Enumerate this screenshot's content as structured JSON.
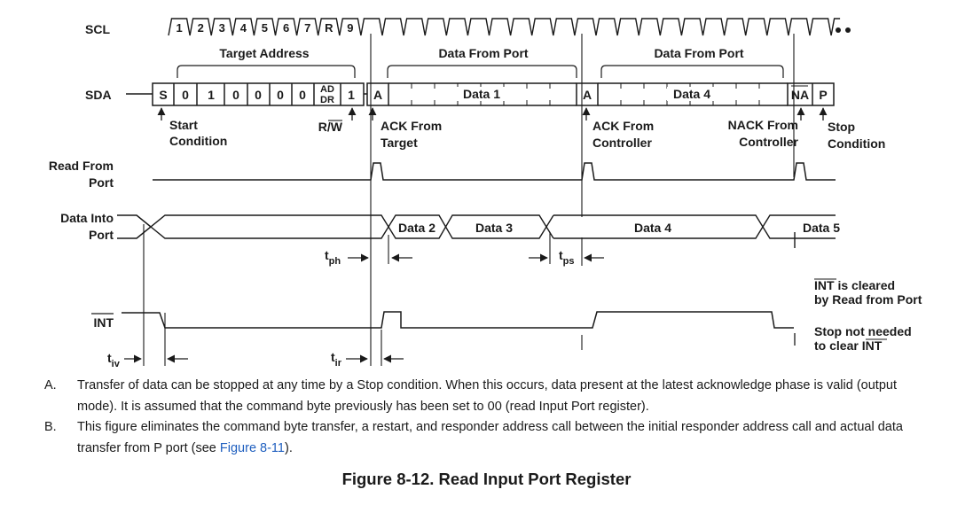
{
  "signals": {
    "scl": "SCL",
    "sda": "SDA",
    "read_from_port": [
      "Read From",
      "Port"
    ],
    "data_into_port": [
      "Data Into",
      "Port"
    ],
    "int": "INT"
  },
  "scl_pulses": [
    "1",
    "2",
    "3",
    "4",
    "5",
    "6",
    "7",
    "R",
    "9"
  ],
  "sda_bits": [
    "S",
    "0",
    "1",
    "0",
    "0",
    "0",
    "0",
    "AD",
    "DR",
    "1",
    "A",
    "A",
    "NA",
    "P"
  ],
  "groups": {
    "target_address": "Target Address",
    "data_from_port": "Data From Port"
  },
  "data_labels": {
    "data1": "Data 1",
    "data2": "Data 2",
    "data3": "Data 3",
    "data4": "Data 4",
    "data5": "Data 5"
  },
  "annotations": {
    "start": [
      "Start",
      "Condition"
    ],
    "rw": "R/W",
    "ack_target": [
      "ACK From",
      "Target"
    ],
    "ack_controller": [
      "ACK From",
      "Controller"
    ],
    "nack_controller": [
      "NACK From",
      "Controller"
    ],
    "stop": [
      "Stop",
      "Condition"
    ],
    "int_cleared": [
      "INT is cleared",
      "by Read from Port"
    ],
    "stop_not_needed": [
      "Stop not needed",
      "to clear INT"
    ]
  },
  "timing": {
    "tph": [
      "t",
      "ph"
    ],
    "tps": [
      "t",
      "ps"
    ],
    "tiv": [
      "t",
      "iv"
    ],
    "tir": [
      "t",
      "ir"
    ]
  },
  "notes": [
    {
      "label": "A.",
      "text": "Transfer of data can be stopped at any time by a Stop condition. When this occurs, data present at the latest acknowledge phase is valid (output mode). It is assumed that the command byte previously has been set to 00 (read Input Port register)."
    },
    {
      "label": "B.",
      "text": "This figure eliminates the command byte transfer, a restart, and responder address call between the initial responder address call and actual data transfer from P port (see ",
      "link": "Figure 8-11",
      "suffix": ")."
    }
  ],
  "caption": "Figure 8-12. Read Input Port Register"
}
